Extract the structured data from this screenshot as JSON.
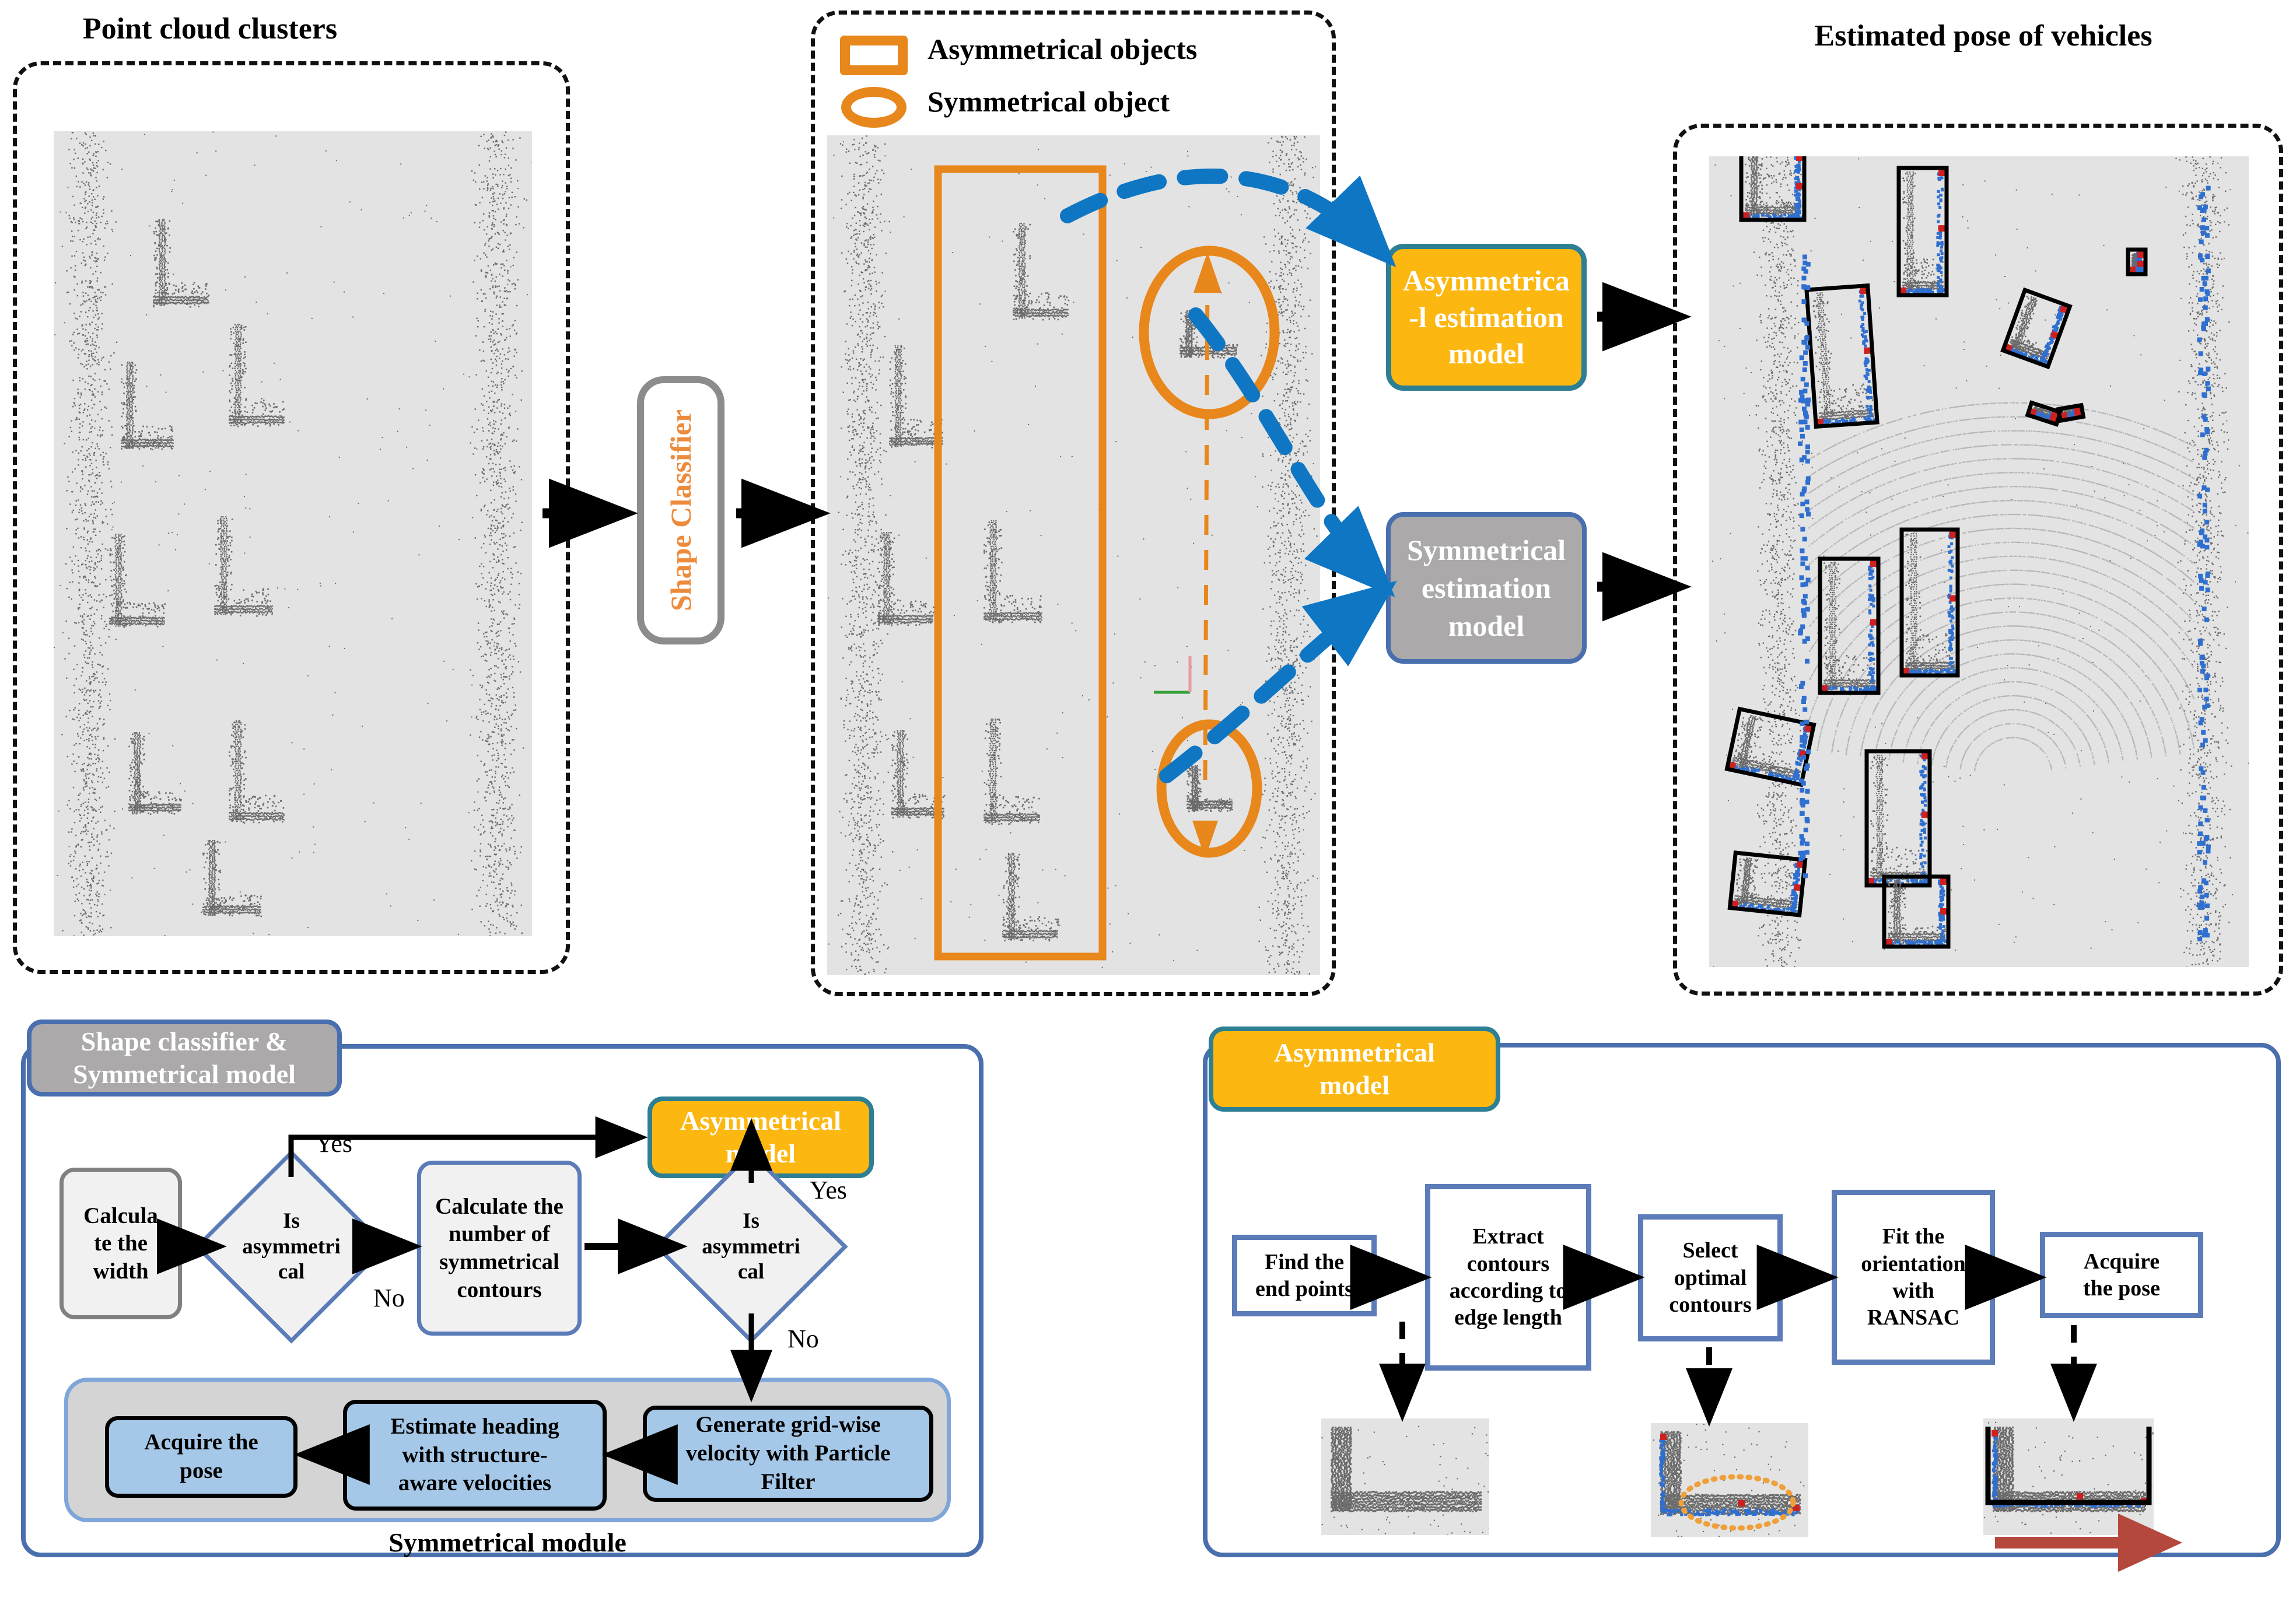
{
  "titles": {
    "left": "Point cloud clusters",
    "right": "Estimated pose of vehicles"
  },
  "legend": {
    "items": [
      {
        "shape": "rectangle",
        "label": "Asymmetrical objects",
        "color": "#E8871C"
      },
      {
        "shape": "ellipse",
        "label": "Symmetrical object",
        "color": "#E8871C"
      }
    ]
  },
  "pipeline": {
    "classifier_label": "Shape Classifier",
    "asymmetrical_model_label": "Asymmetrica\n-l estimation\nmodel",
    "asymmetrical_model_lines": [
      "Asymmetrica",
      "-l estimation",
      "model"
    ],
    "symmetrical_model_lines": [
      "Symmetrical",
      "estimation",
      "model"
    ]
  },
  "bottom_left": {
    "header_lines": [
      "Shape classifier &",
      "Symmetrical model"
    ],
    "asymmetrical_chip_lines": [
      "Asymmetrical",
      "model"
    ],
    "nodes": [
      {
        "id": "calc-width",
        "lines": [
          "Calcula",
          "te the",
          "width"
        ]
      },
      {
        "id": "is-asym-1",
        "lines": [
          "Is",
          "asymmetri",
          "cal"
        ]
      },
      {
        "id": "calc-contours",
        "lines": [
          "Calculate the",
          "number of",
          "symmetrical",
          "contours"
        ]
      },
      {
        "id": "is-asym-2",
        "lines": [
          "Is",
          "asymmetri",
          "cal"
        ]
      }
    ],
    "edge_labels": {
      "yes1": "Yes",
      "no1": "No",
      "yes2": "Yes",
      "no2": "No"
    },
    "module": {
      "caption": "Symmetrical module",
      "steps": [
        {
          "id": "generate-velocity",
          "lines": [
            "Generate grid-wise",
            "velocity with Particle",
            "Filter"
          ]
        },
        {
          "id": "estimate-heading",
          "lines": [
            "Estimate heading",
            "with  structure-",
            "aware velocities"
          ]
        },
        {
          "id": "acquire-pose",
          "lines": [
            "Acquire the",
            "pose"
          ]
        }
      ]
    }
  },
  "bottom_right": {
    "header_lines": [
      "Asymmetrical",
      "model"
    ],
    "steps": [
      {
        "id": "find-end-points",
        "lines": [
          "Find the",
          "end points"
        ]
      },
      {
        "id": "extract-contours",
        "lines": [
          "Extract",
          "contours",
          "according to",
          "edge length"
        ]
      },
      {
        "id": "select-optimal",
        "lines": [
          "Select",
          "optimal",
          "contours"
        ]
      },
      {
        "id": "fit-orientation",
        "lines": [
          "Fit the",
          "orientation",
          "with",
          "RANSAC"
        ]
      },
      {
        "id": "acquire-pose",
        "lines": [
          "Acquire",
          "the pose"
        ]
      }
    ]
  },
  "colors": {
    "orange": "#E8871C",
    "blue_arrow": "#0F76C4",
    "yellow": "#FCB711",
    "teal_border": "#2D7F93",
    "gray_fill": "#ABA9A9",
    "panel_blue": "#4A6FAF",
    "light_blue": "#A6C8E8",
    "pc_bg": "#E3E3E3",
    "red_arrow": "#B4483C"
  }
}
